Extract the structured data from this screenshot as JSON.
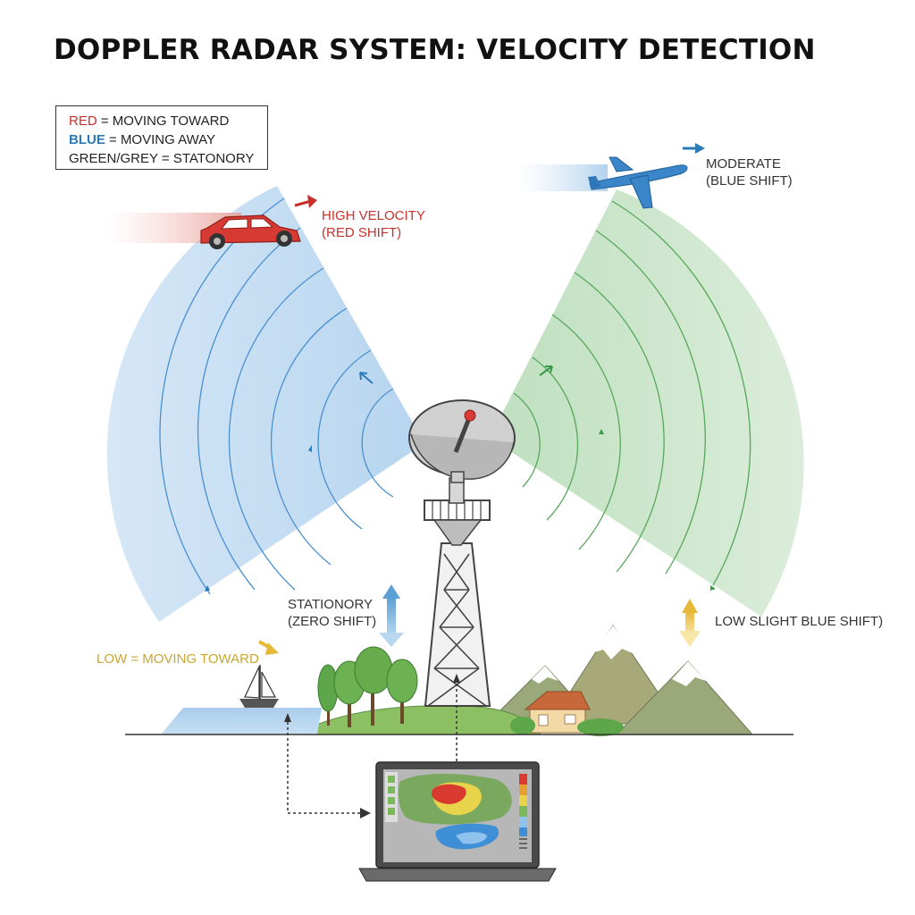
{
  "title": "DOPPLER RADAR SYSTEM: VELOCITY DETECTION",
  "legend": {
    "rows": [
      {
        "key": "RED",
        "rest": " = MOVING TOWARD",
        "color": "#c8312b"
      },
      {
        "key": "BLUE",
        "rest": " = MOVING AWAY",
        "color": "#2a7ab8"
      },
      {
        "key": "GREEN/GREY",
        "rest": " = STATONORY",
        "color": "#333333"
      }
    ]
  },
  "labels": {
    "car": {
      "line1": "HIGH VELOCITY",
      "line2": "(RED SHIFT)"
    },
    "plane": {
      "line1": "MODERATE",
      "line2": "(BLUE SHIFT)"
    },
    "stationary": {
      "line1": "STATIONORY",
      "line2": "(ZERO SHIFT)"
    },
    "low_toward": "LOW = MOVING TOWARD",
    "low_slight": "LOW SLIGHT BLUE SHIFT)"
  },
  "colors": {
    "red": "#c8312b",
    "blue": "#2a7ab8",
    "green": "#4fa354",
    "amber": "#c8a632",
    "beam_blue": "#bcd8f0",
    "beam_green": "#cfe6cf"
  },
  "icons": [
    "car-icon",
    "airplane-icon",
    "radar-dish-icon",
    "tower-icon",
    "sailboat-icon",
    "tree-icon",
    "house-icon",
    "mountain-icon",
    "laptop-icon",
    "weather-map-icon"
  ]
}
